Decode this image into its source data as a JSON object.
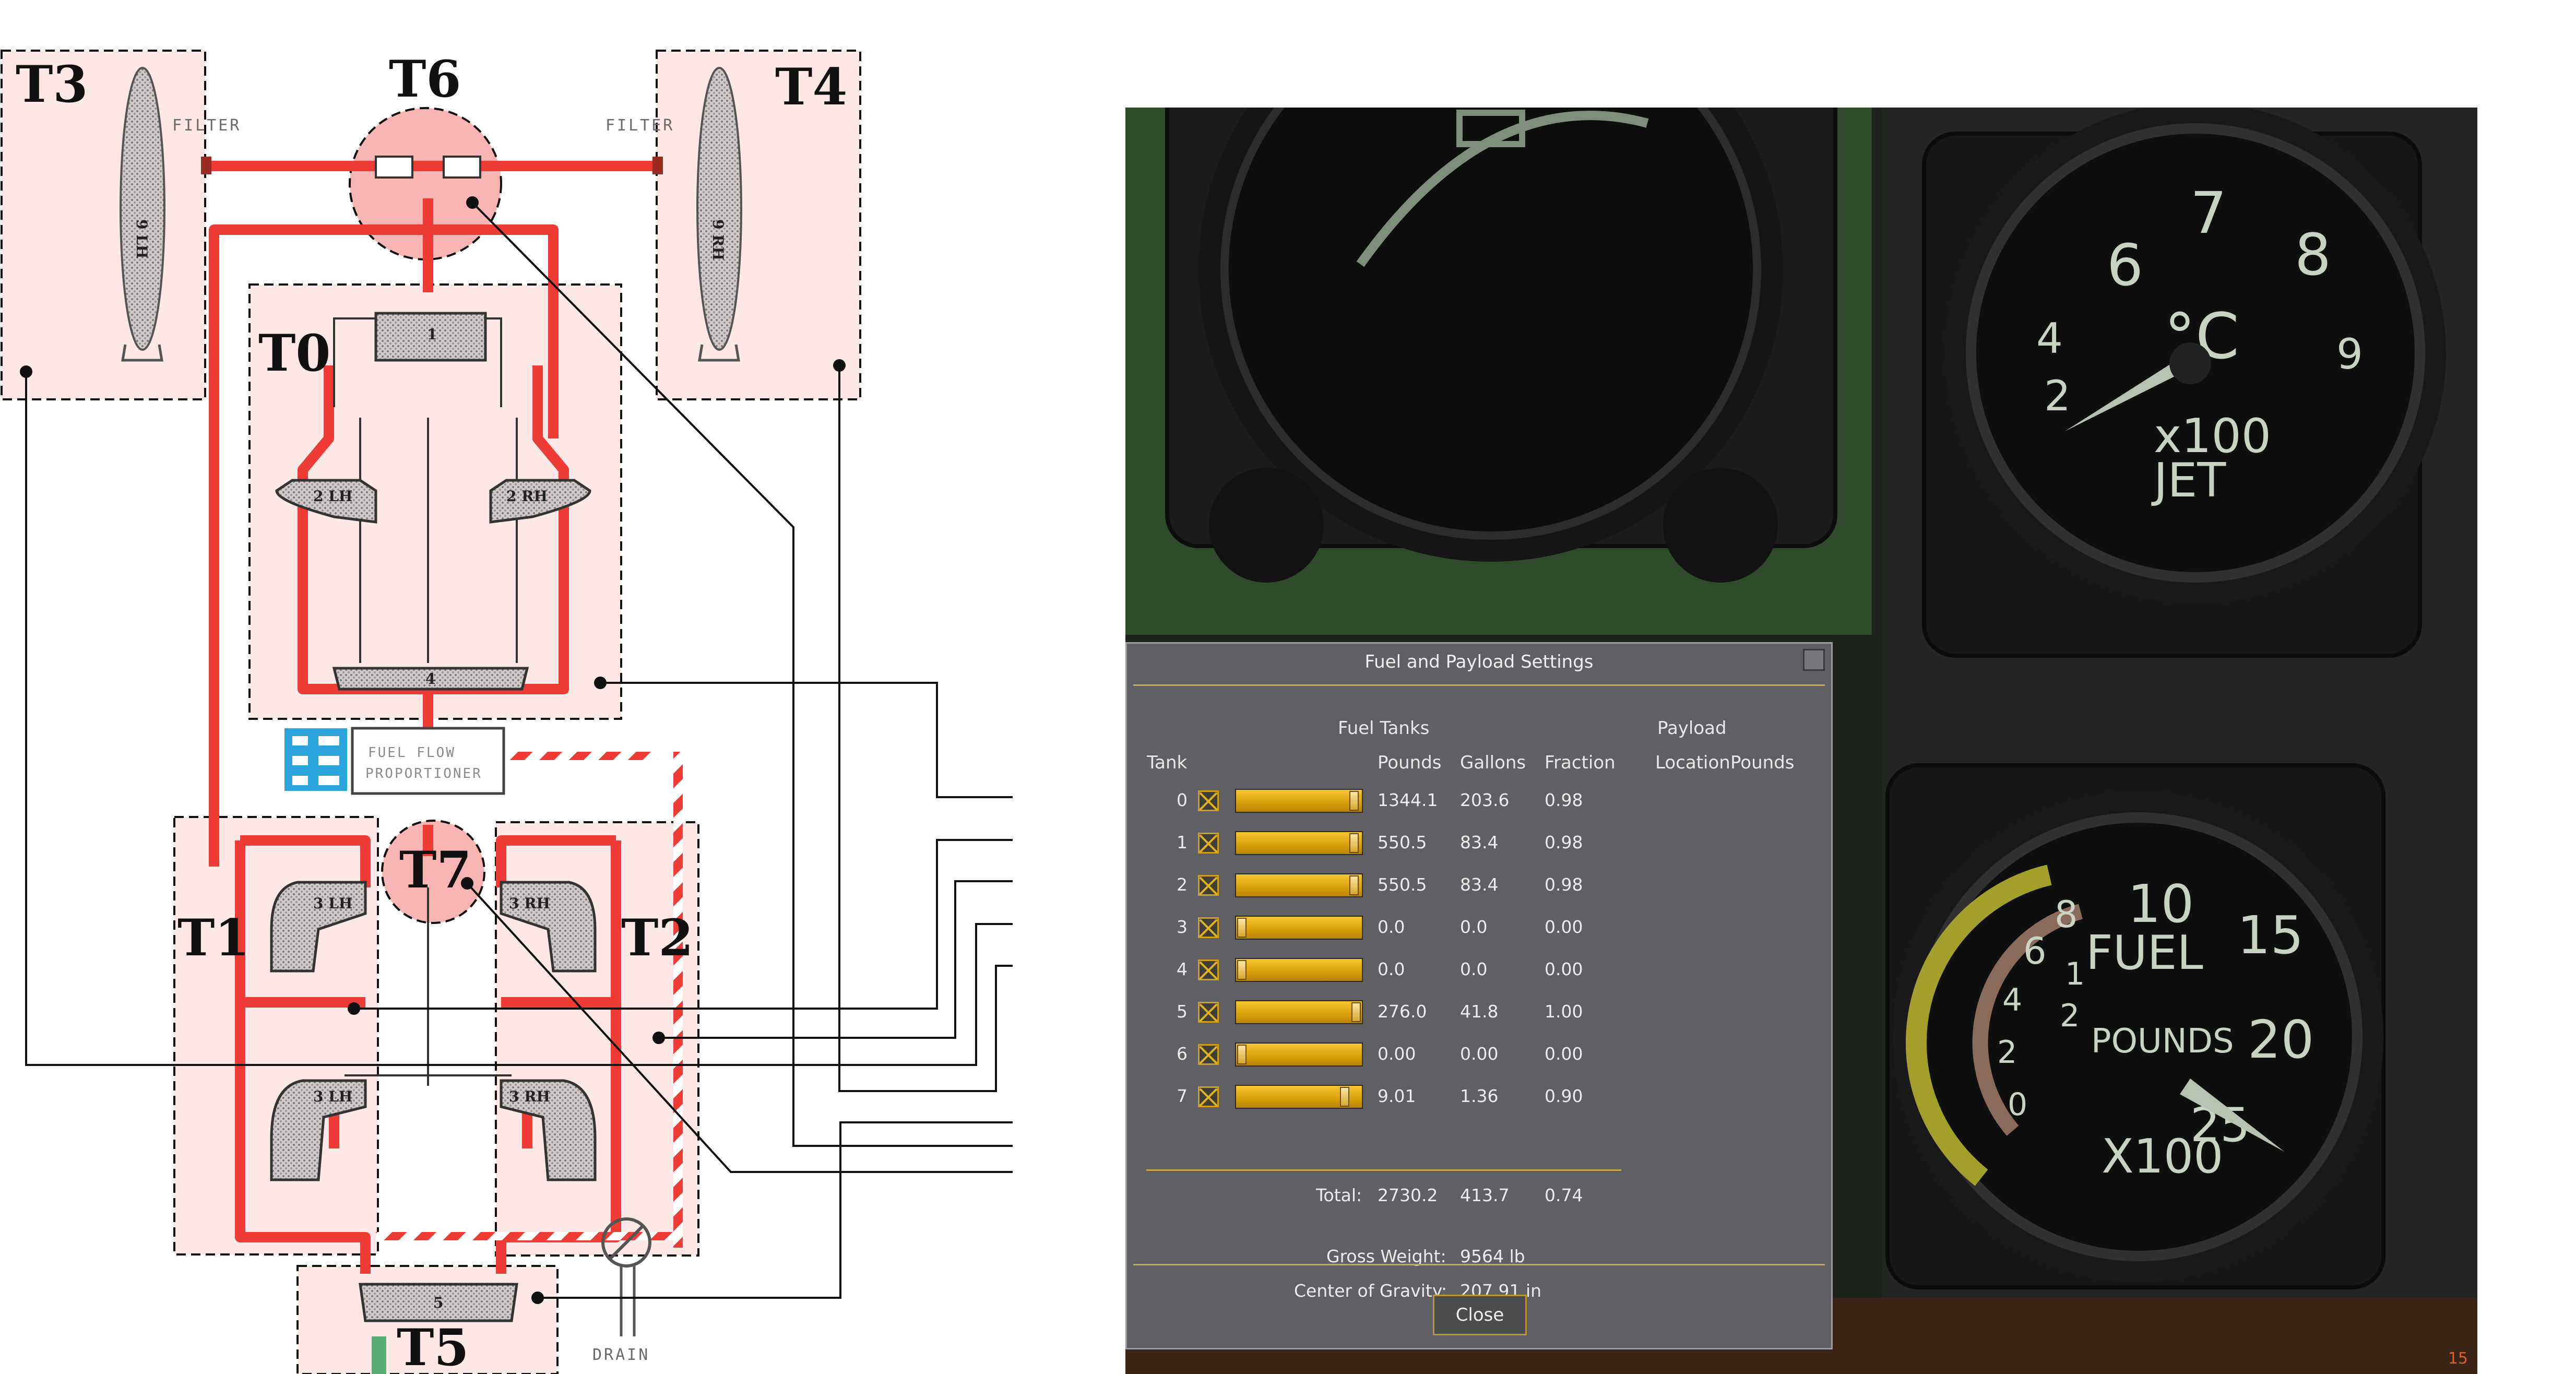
{
  "schematic": {
    "tank_labels": {
      "t0": "T0",
      "t1": "T1",
      "t2": "T2",
      "t3": "T3",
      "t4": "T4",
      "t5": "T5",
      "t6": "T6",
      "t7": "T7"
    },
    "filter_left": "FILTER",
    "filter_right": "FILTER",
    "fuel_flow_line1": "FUEL FLOW",
    "fuel_flow_line2": "PROPORTIONER",
    "drain": "DRAIN",
    "tank_marks": {
      "main1": "1",
      "main2lh": "2 LH",
      "main2rh": "2 RH",
      "t1_3lh": "3 LH",
      "t2_3rh": "3 RH",
      "t1_3lh_b": "3 LH",
      "t2_3rh_b": "3 RH",
      "drop_left": "9 LH",
      "drop_right": "9 RH",
      "sump": "5",
      "t0_4": "4"
    }
  },
  "cockpit": {
    "temp_gauge": {
      "unit": "°C",
      "multiplier": "x100",
      "label": "JET",
      "ticks": [
        "2",
        "4",
        "6",
        "7",
        "8",
        "9"
      ]
    },
    "fuel_gauge": {
      "label1": "FUEL",
      "label2": "POUNDS",
      "multiplier": "X100",
      "ticks": [
        "10",
        "15",
        "20",
        "25"
      ],
      "inner_ticks": [
        "8",
        "6",
        "4",
        "2",
        "0",
        "2",
        "1"
      ]
    },
    "page_number": "15"
  },
  "dialog": {
    "title": "Fuel and Payload Settings",
    "section_fuel": "Fuel Tanks",
    "section_payload": "Payload",
    "col_tank": "Tank",
    "col_pounds": "Pounds",
    "col_gallons": "Gallons",
    "col_fraction": "Fraction",
    "col_location": "Location",
    "col_payload_pounds": "Pounds",
    "tanks": [
      {
        "id": "0",
        "pounds": "1344.1",
        "gallons": "203.6",
        "fraction": "0.98",
        "fill": 0.98
      },
      {
        "id": "1",
        "pounds": "550.5",
        "gallons": "83.4",
        "fraction": "0.98",
        "fill": 0.98
      },
      {
        "id": "2",
        "pounds": "550.5",
        "gallons": "83.4",
        "fraction": "0.98",
        "fill": 0.98
      },
      {
        "id": "3",
        "pounds": "0.0",
        "gallons": "0.0",
        "fraction": "0.00",
        "fill": 0.0
      },
      {
        "id": "4",
        "pounds": "0.0",
        "gallons": "0.0",
        "fraction": "0.00",
        "fill": 0.0
      },
      {
        "id": "5",
        "pounds": "276.0",
        "gallons": "41.8",
        "fraction": "1.00",
        "fill": 1.0
      },
      {
        "id": "6",
        "pounds": "0.00",
        "gallons": "0.00",
        "fraction": "0.00",
        "fill": 0.0
      },
      {
        "id": "7",
        "pounds": "9.01",
        "gallons": "1.36",
        "fraction": "0.90",
        "fill": 0.9
      }
    ],
    "total_label": "Total:",
    "total_pounds": "2730.2",
    "total_gallons": "413.7",
    "total_fraction": "0.74",
    "gross_weight_label": "Gross Weight:",
    "gross_weight_value": "9564 lb",
    "cg_label": "Center of Gravity:",
    "cg_value": "207.91 in",
    "close_button": "Close"
  },
  "colors": {
    "pipe_red": "#ee3b36",
    "tank_zone": "#fde8e8",
    "dialog_bg": "#606064",
    "accent_yellow": "#d99f0b",
    "cockpit_bg": "#20251f"
  }
}
